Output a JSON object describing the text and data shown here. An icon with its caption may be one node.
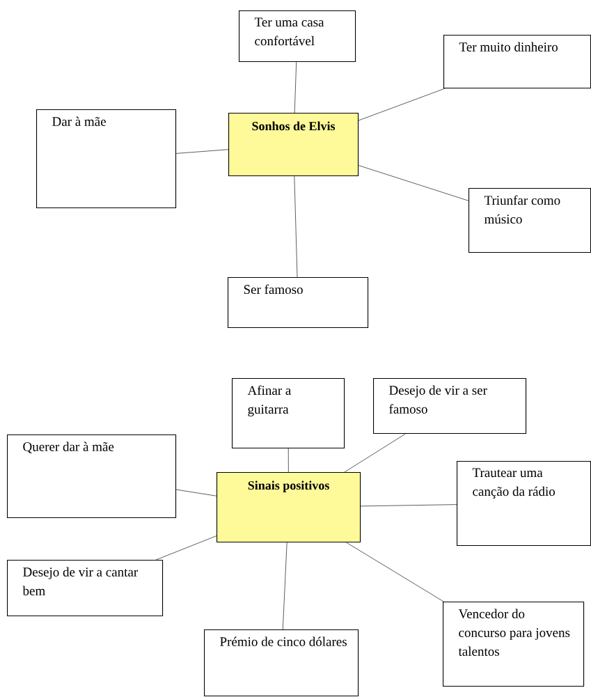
{
  "diagram": {
    "nodes": [
      {
        "text": [
          "Sonhos de Elvis"
        ]
      },
      {
        "text": [
          "Ter uma casa confortável"
        ]
      },
      {
        "text": [
          "Ter muito dinheiro"
        ]
      },
      {
        "text": [
          "Dar à mãe"
        ]
      },
      {
        "text": [
          "Triunfar como músico"
        ]
      },
      {
        "text": [
          "Ser famoso"
        ]
      },
      {
        "text": [
          "Sinais positivos"
        ]
      },
      {
        "text": [
          "Afinar a guitarra"
        ]
      },
      {
        "text": [
          "Desejo de vir a ser famoso"
        ]
      },
      {
        "text": [
          "Querer dar à mãe"
        ]
      },
      {
        "text": [
          "Trautear uma canção da rádio"
        ]
      },
      {
        "text": [
          "Desejo de vir a cantar bem"
        ]
      },
      {
        "text": [
          "Prémio de cinco dólares"
        ]
      },
      {
        "text": [
          "Vencedor do concurso para jovens talentos"
        ]
      }
    ],
    "edges": [
      {
        "from": 0,
        "to": 1,
        "arrow": "none"
      },
      {
        "from": 0,
        "to": 2,
        "arrow": "none"
      },
      {
        "from": 0,
        "to": 3,
        "arrow": "none"
      },
      {
        "from": 0,
        "to": 4,
        "arrow": "none"
      },
      {
        "from": 0,
        "to": 5,
        "arrow": "none"
      },
      {
        "from": 6,
        "to": 7,
        "arrow": "none"
      },
      {
        "from": 6,
        "to": 8,
        "arrow": "none"
      },
      {
        "from": 6,
        "to": 9,
        "arrow": "none"
      },
      {
        "from": 6,
        "to": 10,
        "arrow": "none"
      },
      {
        "from": 6,
        "to": 11,
        "arrow": "none"
      },
      {
        "from": 6,
        "to": 12,
        "arrow": "none"
      },
      {
        "from": 6,
        "to": 13,
        "arrow": "none"
      }
    ]
  }
}
